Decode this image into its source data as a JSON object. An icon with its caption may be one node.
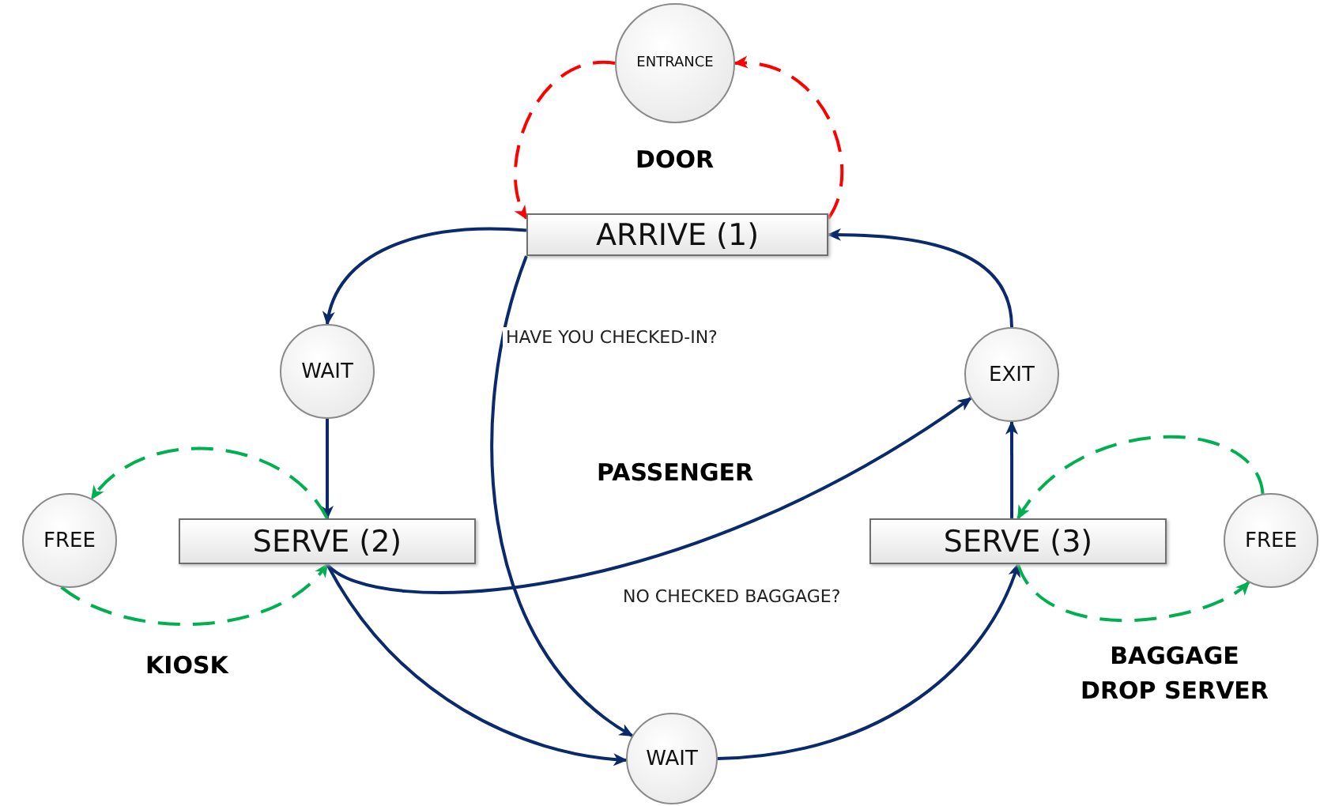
{
  "diagram": {
    "nodes": [
      {
        "text": [
          "ENTRANCE"
        ]
      },
      {
        "text": [
          "ARRIVE (1)"
        ]
      },
      {
        "text": [
          "WAIT"
        ]
      },
      {
        "text": [
          "EXIT"
        ]
      },
      {
        "text": [
          "FREE"
        ]
      },
      {
        "text": [
          "SERVE (2)"
        ]
      },
      {
        "text": [
          "SERVE (3)"
        ]
      },
      {
        "text": [
          "FREE"
        ]
      },
      {
        "text": [
          "WAIT"
        ]
      }
    ],
    "edges": [
      {
        "from": 0,
        "to": 1,
        "arrow": "to",
        "style": "dashed",
        "color": "#ff0000"
      },
      {
        "from": 1,
        "to": 0,
        "arrow": "to",
        "style": "dashed",
        "color": "#ff0000"
      },
      {
        "from": 1,
        "to": 2,
        "arrow": "to"
      },
      {
        "from": 2,
        "to": 5,
        "arrow": "to"
      },
      {
        "from": 5,
        "to": 4,
        "arrow": "to",
        "style": "dashed",
        "color": "#00b050"
      },
      {
        "from": 4,
        "to": 5,
        "arrow": "to",
        "style": "dashed",
        "color": "#00b050"
      },
      {
        "from": 5,
        "to": 3,
        "arrow": "to",
        "label": "NO CHECKED BAGGAGE?"
      },
      {
        "from": 5,
        "to": 8,
        "arrow": "to"
      },
      {
        "from": 1,
        "to": 8,
        "arrow": "to",
        "label": "HAVE YOU CHECKED-IN?"
      },
      {
        "from": 8,
        "to": 6,
        "arrow": "to"
      },
      {
        "from": 6,
        "to": 3,
        "arrow": "to"
      },
      {
        "from": 3,
        "to": 1,
        "arrow": "to"
      },
      {
        "from": 7,
        "to": 6,
        "arrow": "to",
        "style": "dashed",
        "color": "#00b050"
      },
      {
        "from": 6,
        "to": 7,
        "arrow": "to",
        "style": "dashed",
        "color": "#00b050"
      }
    ],
    "labels": [
      "DOOR",
      "PASSENGER",
      "KIOSK",
      "BAGGAGE DROP SERVER"
    ]
  }
}
